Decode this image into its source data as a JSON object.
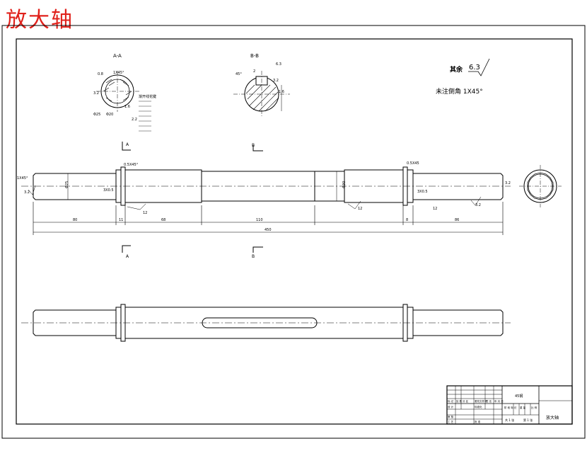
{
  "title": "放大轴",
  "section_labels": {
    "aa": "A-A",
    "bb": "B-B"
  },
  "notes": {
    "roughness_label": "其余",
    "roughness_value": "6.3",
    "chamfer_note": "未注倒角 1X45°"
  },
  "cut_marks": {
    "a": "A",
    "b": "B"
  },
  "aa_annotations": [
    "1X45°",
    "0.8",
    "3.2",
    "1.6",
    "2.2",
    "Φ20",
    "Φ25"
  ],
  "aa_side_note": "渐开线花键",
  "bb_annotations": [
    "6.3",
    "3.2",
    "1.6",
    "45°",
    "2"
  ],
  "shaft_annotations": {
    "chamfer_left": "1X45°",
    "chamfer_mid": "0.5X45°",
    "chamfer_right": "0.5X45",
    "groove_left": "3X0.5",
    "groove_right": "3X0.5",
    "dia_left": "Φ25",
    "dia_mid": "Φ30",
    "rough_a": "3.2",
    "rough_b": "12",
    "rough_c": "12",
    "rough_d": "3.2",
    "rough_e": "3.2",
    "rough_f": "12"
  },
  "dimensions": [
    "80",
    "11",
    "68",
    "110",
    "8",
    "86"
  ],
  "total_length": "450",
  "title_block": {
    "material": "45钢",
    "drawing_name": "放大轴",
    "stage_label": "阶 段 标 记",
    "weight_label": "重 量",
    "scale_label": "比 例",
    "sheet_label": "共 1 张",
    "sheet_label_2": "第 1 张",
    "mark_label": "标 记",
    "count_label": "处 数",
    "zone_label": "分 区",
    "file_label": "更改文件号",
    "sign_label": "签 名",
    "date_label": "年 月 日",
    "design_label": "设 计",
    "check_label": "审 核",
    "craft_label": "工 艺",
    "std_label": "标准化",
    "approve_label": "批 准"
  }
}
